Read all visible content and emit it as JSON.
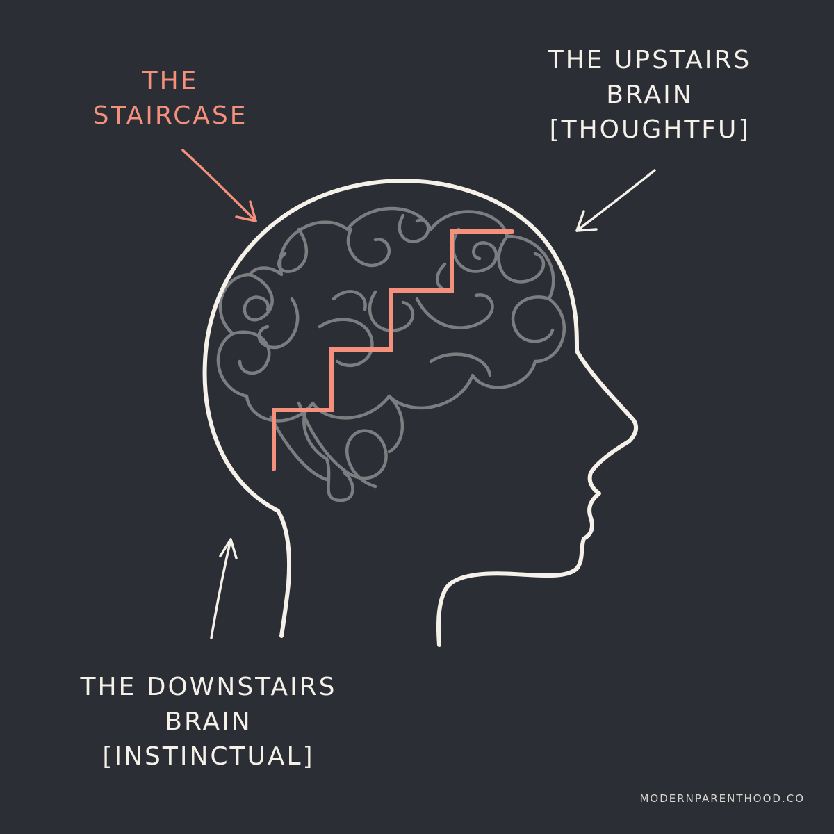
{
  "colors": {
    "background": "#2b2e35",
    "outline": "#f5f1e8",
    "staircase": "#f4907c",
    "brain": "#7c7d80"
  },
  "labels": {
    "staircase": [
      "THE",
      "STAIRCASE"
    ],
    "upstairs": [
      "THE UPSTAIRS",
      "BRAIN",
      "[THOUGHTFU]"
    ],
    "downstairs": [
      "THE DOWNSTAIRS",
      "BRAIN",
      "[INSTINCTUAL]"
    ]
  },
  "credit": "MODERNPARENTHOOD.CO"
}
